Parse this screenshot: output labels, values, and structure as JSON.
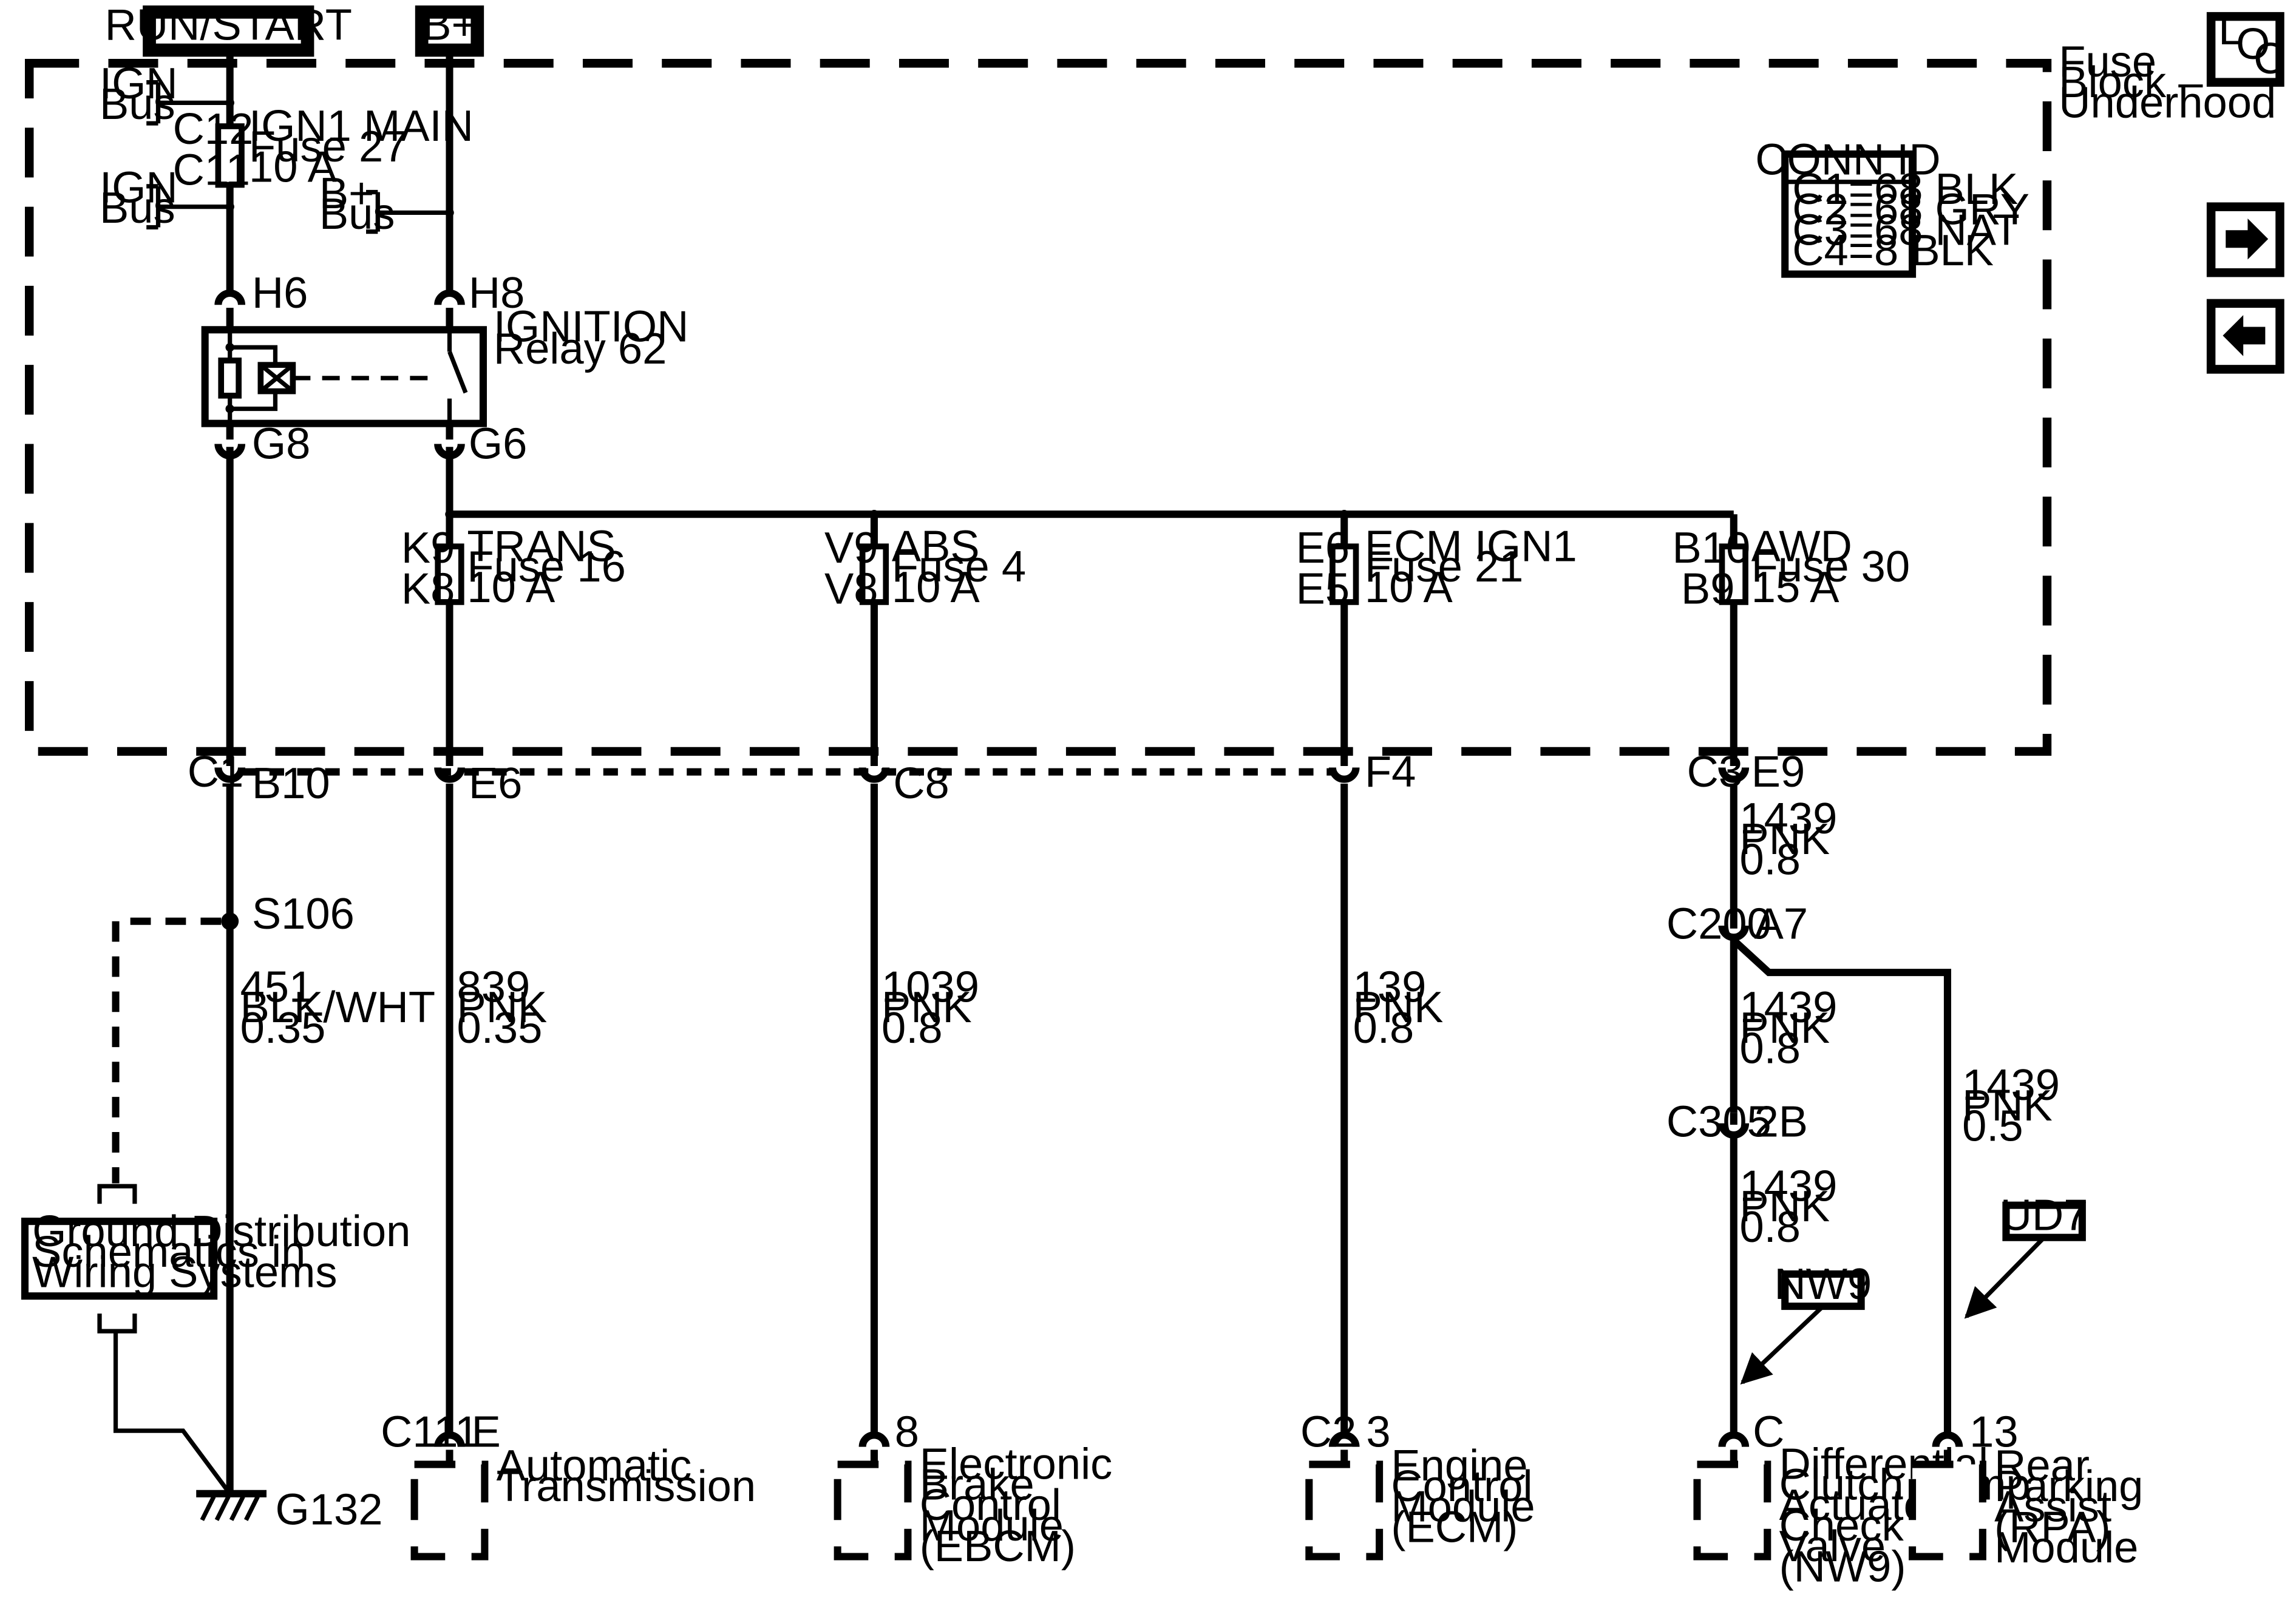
{
  "headers": {
    "run_start": "RUN/START",
    "b_plus": "B+"
  },
  "fuse_block": {
    "line1": "Fuse",
    "line2": "Block –",
    "line3": "Underhood"
  },
  "buses": {
    "ign_top": [
      "IGN",
      "Bus"
    ],
    "ign_mid": [
      "IGN",
      "Bus"
    ],
    "bplus": [
      "B+",
      "Bus"
    ]
  },
  "ign1_fuse": {
    "c_top": "C12",
    "c_bot": "C11",
    "name": "IGN1 MAIN",
    "fuse": "Fuse 27",
    "amps": "10 A"
  },
  "relay": {
    "name": "IGNITION",
    "sub": "Relay 62",
    "pin_h6": "H6",
    "pin_h8": "H8",
    "pin_g8": "G8",
    "pin_g6": "G6"
  },
  "conn_id": {
    "title": "CONN ID",
    "rows": [
      "C1=68 BLK",
      "C2=68 GRY",
      "C3=68 NAT",
      "C4=8 BLK"
    ]
  },
  "fuses": [
    {
      "top": "K9",
      "bot": "K8",
      "name": "TRANS",
      "fuse": "Fuse 16",
      "amps": "10 A"
    },
    {
      "top": "V9",
      "bot": "V8",
      "name": "ABS",
      "fuse": "Fuse 4",
      "amps": "10 A"
    },
    {
      "top": "E6",
      "bot": "E5",
      "name": "ECM IGN1",
      "fuse": "Fuse 21",
      "amps": "10 A"
    },
    {
      "top": "B10",
      "bot": "B9",
      "name": "AWD",
      "fuse": "Fuse 30",
      "amps": "15 A"
    }
  ],
  "block_connectors": {
    "c1": "C1",
    "b10": "B10",
    "e6": "E6",
    "c8": "C8",
    "f4": "F4",
    "c3": "C3",
    "e9": "E9"
  },
  "splice": {
    "name": "S106"
  },
  "wires": {
    "w451": [
      "451",
      "BLK/WHT",
      "0.35"
    ],
    "w839": [
      "839",
      "PNK",
      "0.35"
    ],
    "w1039": [
      "1039",
      "PNK",
      "0.8"
    ],
    "w139": [
      "139",
      "PNK",
      "0.8"
    ],
    "w1439a": [
      "1439",
      "PNK",
      "0.8"
    ],
    "w1439b": [
      "1439",
      "PNK",
      "0.8"
    ],
    "w1439c": [
      "1439",
      "PNK",
      "0.8"
    ],
    "w1439d": [
      "1439",
      "PNK",
      "0.5"
    ]
  },
  "inline_connectors": {
    "c200": "C200",
    "a7": "A7",
    "c305": "C305",
    "b2": "2B"
  },
  "ground_ref": [
    "Ground Distribution",
    "Schematics in",
    "Wiring Systems"
  ],
  "ground": "G132",
  "options": {
    "nw9": "NW9",
    "ud7": "UD7"
  },
  "modules": [
    {
      "conn": "C111",
      "pin": "E",
      "label": [
        "Automatic",
        "Transmission"
      ]
    },
    {
      "conn": "",
      "pin": "8",
      "label": [
        "Electronic",
        "Brake",
        "Control",
        "Module",
        "(EBCM)"
      ]
    },
    {
      "conn": "C2",
      "pin": "3",
      "label": [
        "Engine",
        "Control",
        "Module",
        "(ECM)"
      ]
    },
    {
      "conn": "",
      "pin": "C",
      "label": [
        "Differential",
        "Clutch Pump",
        "Actuator",
        "Check",
        "Valve",
        "(NW9)"
      ]
    },
    {
      "conn": "",
      "pin": "13",
      "label": [
        "Rear",
        "Parking",
        "Assist",
        "(RPA)",
        "Module"
      ]
    }
  ],
  "nav": {
    "loc": [
      "L",
      "O",
      "C"
    ],
    "next_icon": "arrow-right-icon",
    "prev_icon": "arrow-left-icon"
  }
}
